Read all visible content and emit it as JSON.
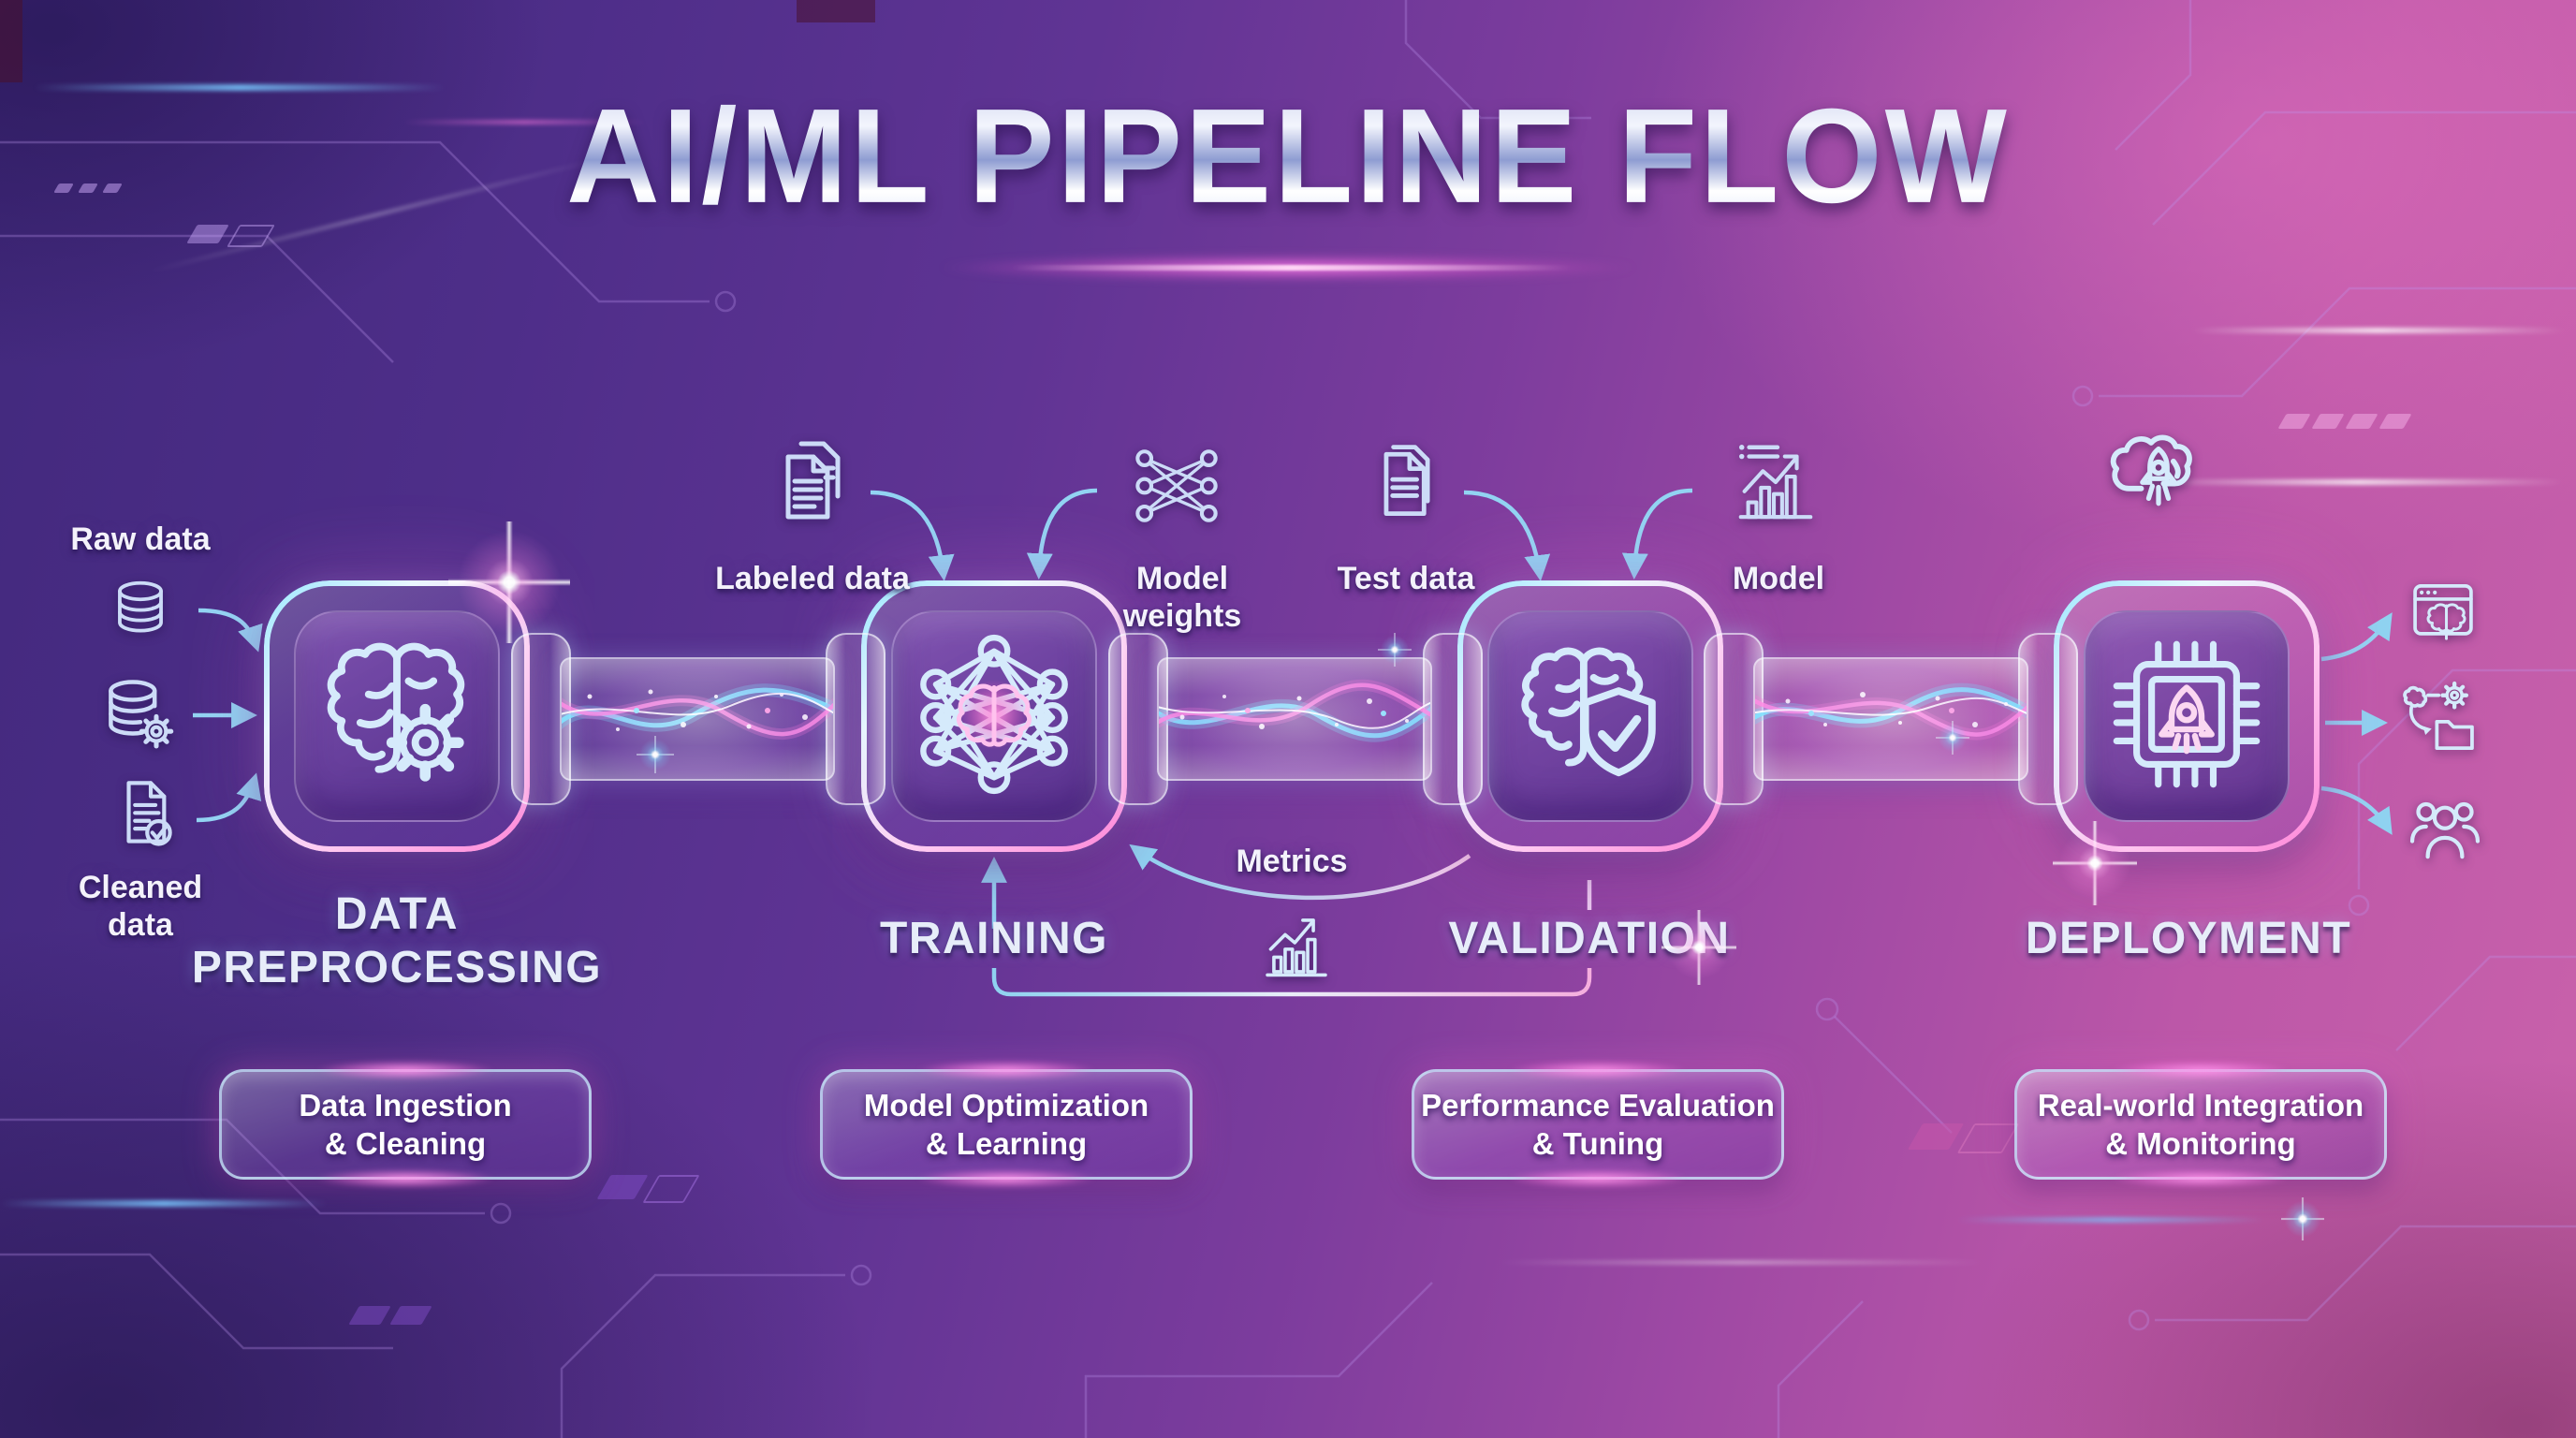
{
  "title": "AI/ML PIPELINE FLOW",
  "stages": [
    {
      "name": "DATA PREPROCESSING",
      "icon": "brain-gears-icon",
      "pill": {
        "line1": "Data Ingestion",
        "line2": "& Cleaning"
      }
    },
    {
      "name": "TRAINING",
      "icon": "neural-network-icon",
      "pill": {
        "line1": "Model Optimization",
        "line2": "& Learning"
      }
    },
    {
      "name": "VALIDATION",
      "icon": "brain-shield-icon",
      "pill": {
        "line1": "Performance Evaluation",
        "line2": "& Tuning"
      }
    },
    {
      "name": "DEPLOYMENT",
      "icon": "chip-rocket-icon",
      "pill": {
        "line1": "Real-world Integration",
        "line2": "& Monitoring"
      }
    }
  ],
  "annotations": {
    "raw_data": "Raw data",
    "cleaned_data": "Cleaned data",
    "labeled_data": "Labeled data",
    "model_weights": "Model weights",
    "test_data": "Test data",
    "model": "Model",
    "metrics": "Metrics"
  },
  "icons": {
    "preprocessing_inputs": [
      "database-icon",
      "database-gear-icon",
      "document-check-icon"
    ],
    "training_inputs": [
      "documents-icon",
      "network-weights-icon"
    ],
    "validation_inputs": [
      "document-icon",
      "model-metrics-icon"
    ],
    "deployment_input": "cloud-rocket-icon",
    "deployment_outputs": [
      "browser-brain-icon",
      "pipeline-workflow-icon",
      "users-icon"
    ],
    "feedback": "bar-chart-icon"
  },
  "colors": {
    "bg_left": "#42297d",
    "bg_right": "#ca62ab",
    "accent_cyan": "#8fd2f0",
    "accent_pink": "#ff85d8",
    "icon_stroke": "#d5eafb",
    "label_text": "#f4f2fb"
  }
}
